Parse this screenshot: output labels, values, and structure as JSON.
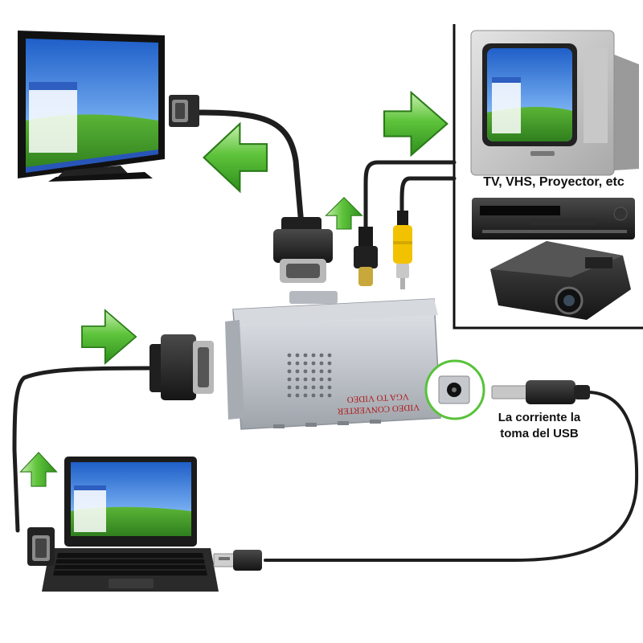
{
  "labels": {
    "tv_group": "TV, VHS, Proyector, etc",
    "usb_power_line1": "La corriente la",
    "usb_power_line2": "toma del USB",
    "converter_line1": "VGA TO VIDEO",
    "converter_line2": "VIDEO CONVERTER"
  },
  "colors": {
    "arrow_green": "#3fb02a",
    "cable": "#1e1e1e",
    "rca_yellow": "#f2c200",
    "converter_body": "#c9cdd3",
    "converter_text": "#b01818",
    "screen_sky": "#2a6fd6",
    "screen_grass": "#3f9a2a"
  },
  "icons": {
    "flow_arrow": "green-arrow-icon",
    "vga_plug": "vga-connector-icon",
    "svideo_plug": "svideo-connector-icon",
    "rca_plug": "rca-connector-icon",
    "usb_plug": "usb-connector-icon",
    "dc_plug": "dc-power-connector-icon"
  }
}
